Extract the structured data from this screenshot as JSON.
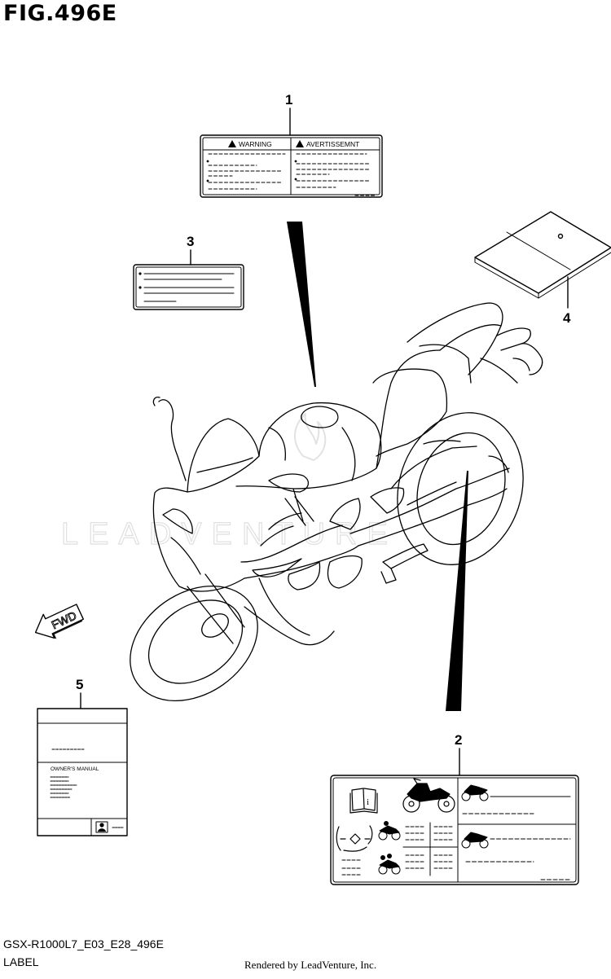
{
  "figure": {
    "title": "FIG.496E",
    "model_code": "GSX-R1000L7_E03_E28_496E",
    "section_name": "LABEL",
    "credit": "Rendered by LeadVenture, Inc.",
    "watermark": "LEADVENTURE"
  },
  "callouts": [
    {
      "number": "1"
    },
    {
      "number": "2"
    },
    {
      "number": "3"
    },
    {
      "number": "4"
    },
    {
      "number": "5"
    }
  ],
  "label_1": {
    "left_heading": "WARNING",
    "right_heading": "AVERTISSEMNT"
  },
  "label_5": {
    "heading": "OWNER'S MANUAL"
  },
  "direction_arrow": {
    "text": "FWD"
  },
  "colors": {
    "ink": "#000000",
    "paper": "#ffffff",
    "watermark": "#e6e6e6"
  }
}
